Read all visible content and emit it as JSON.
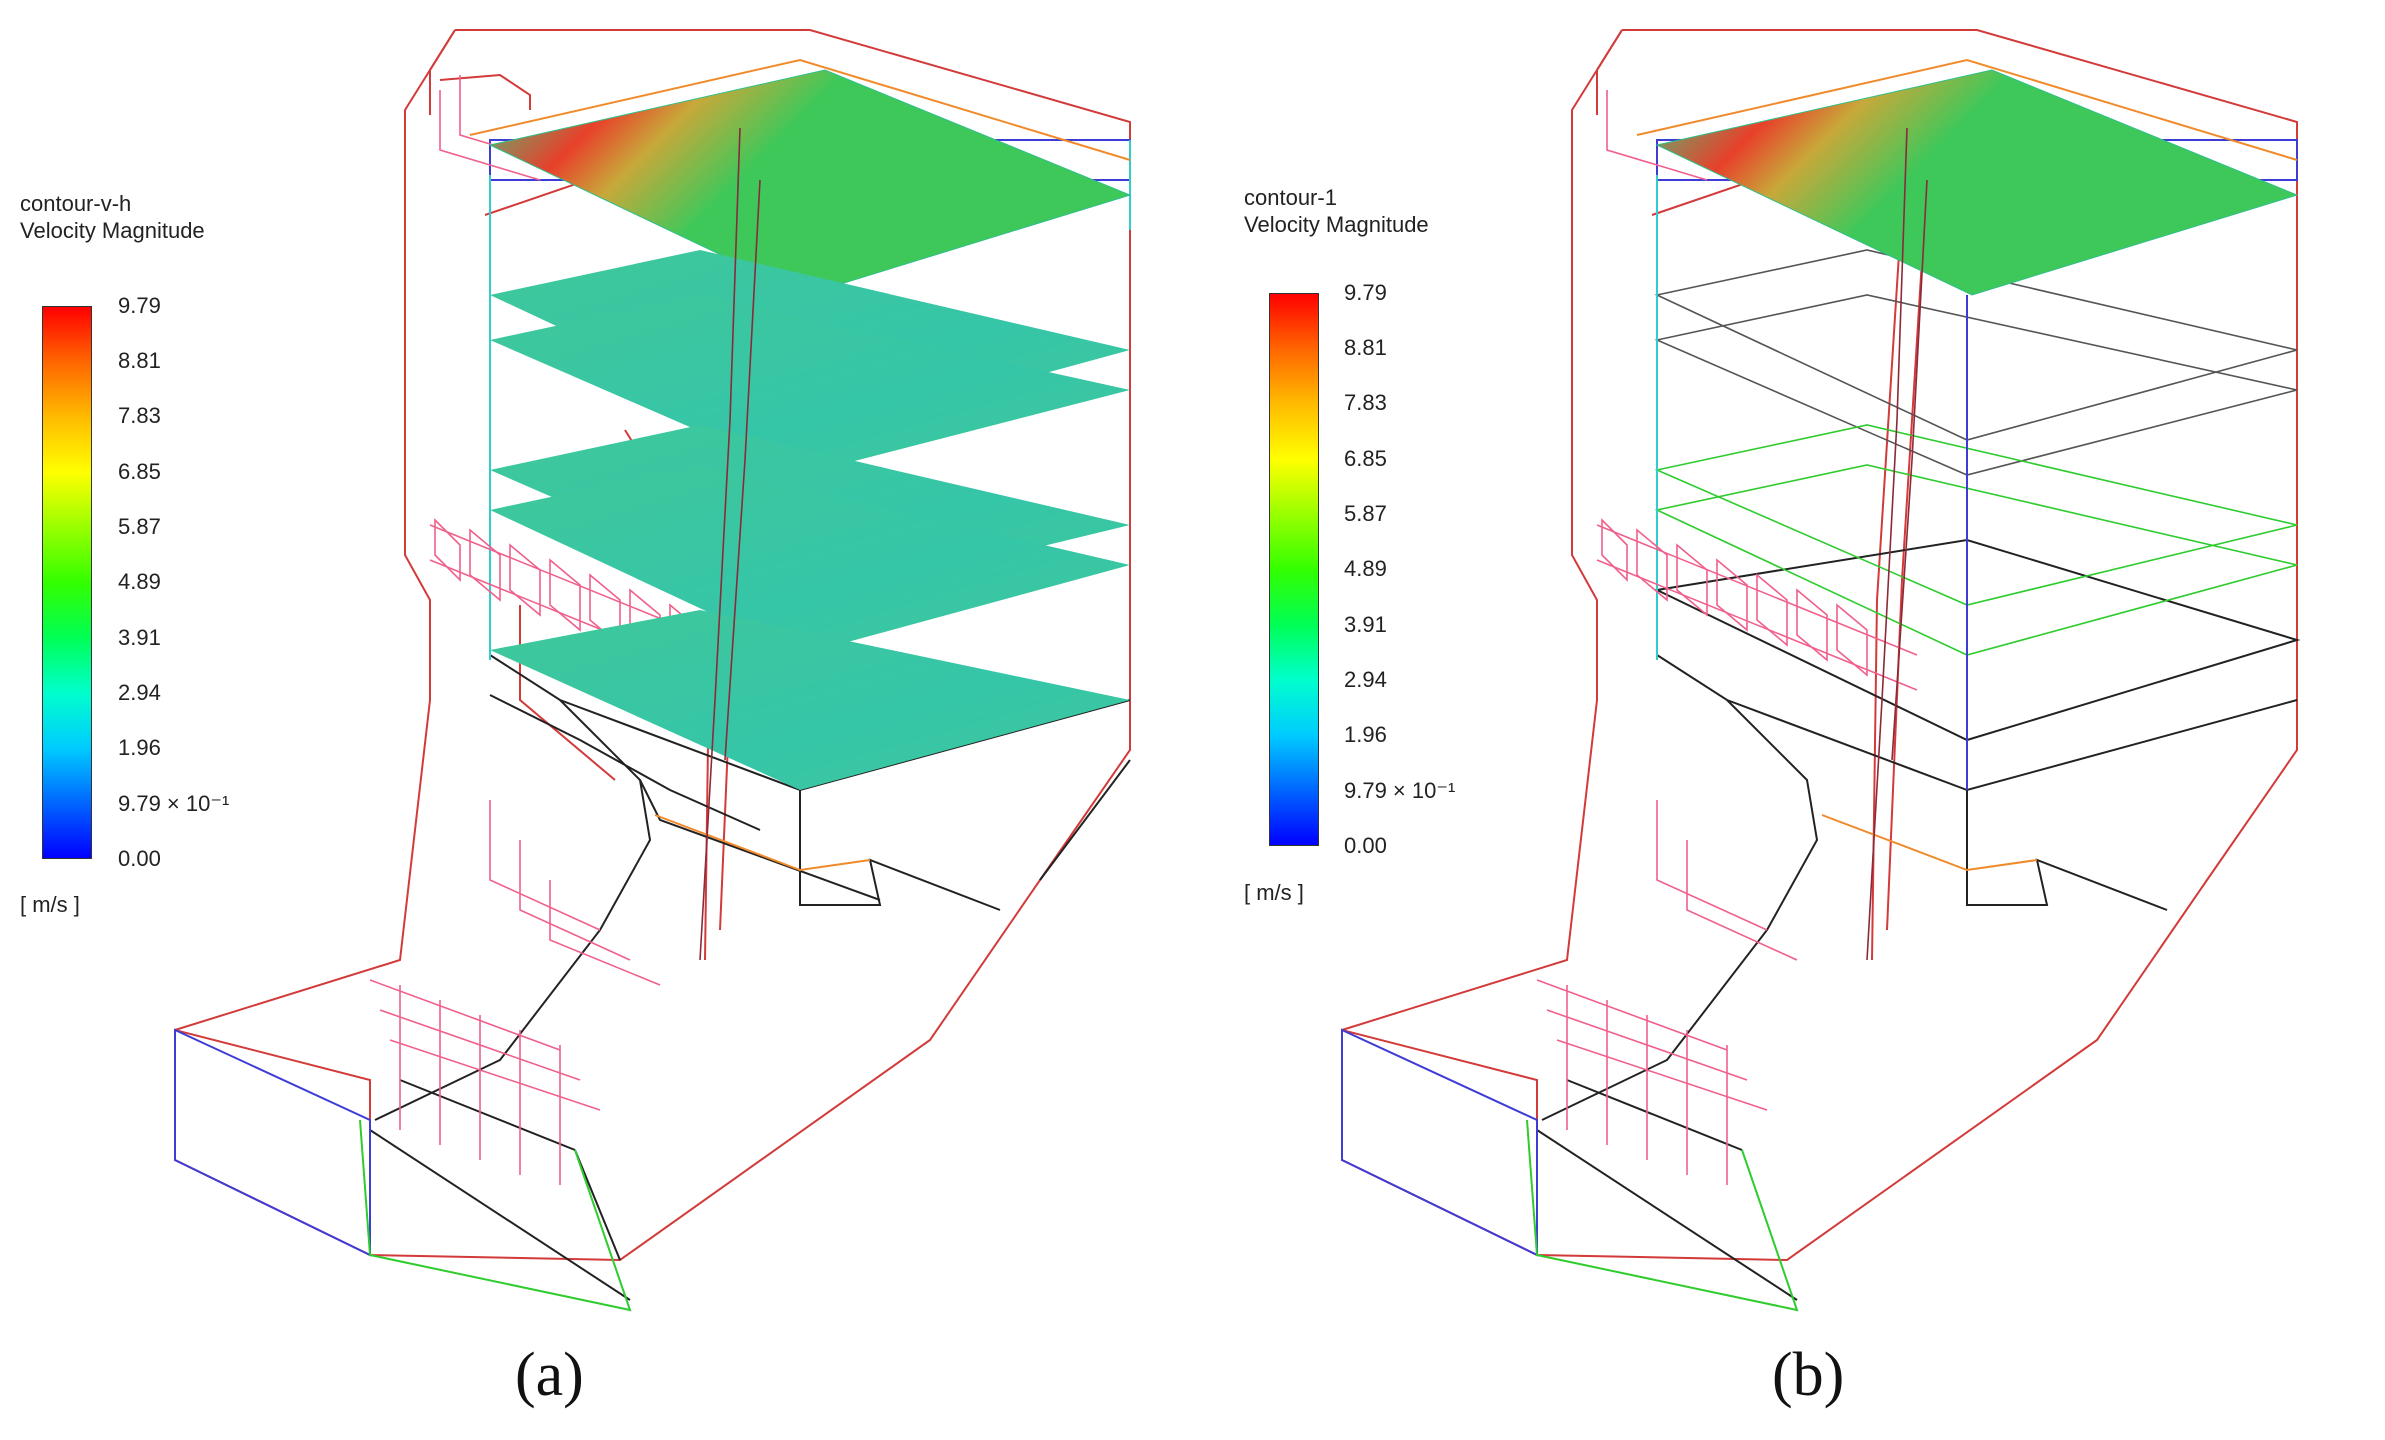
{
  "panels": [
    {
      "caption": "(a)",
      "legend": {
        "name": "contour-v-h",
        "quantity": "Velocity Magnitude",
        "units": "[ m/s ]",
        "ticks": [
          "9.79",
          "8.81",
          "7.83",
          "6.85",
          "5.87",
          "4.89",
          "3.91",
          "2.94",
          "1.96",
          "9.79 × 10⁻¹",
          "0.00"
        ]
      }
    },
    {
      "caption": "(b)",
      "legend": {
        "name": "contour-1",
        "quantity": "Velocity Magnitude",
        "units": "[ m/s ]",
        "ticks": [
          "9.79",
          "8.81",
          "7.83",
          "6.85",
          "5.87",
          "4.89",
          "3.91",
          "2.94",
          "1.96",
          "9.79 × 10⁻¹",
          "0.00"
        ]
      }
    }
  ],
  "colormap": [
    "#0000ff",
    "#0066ff",
    "#00ccff",
    "#00ffcc",
    "#00ff55",
    "#33ff00",
    "#99ff00",
    "#ffff00",
    "#ffbb00",
    "#ff6600",
    "#ff0000"
  ],
  "edge_colors": {
    "outline": "#d33a3a",
    "inlet": "#3d3dd6",
    "bottom": "#2ecc2e",
    "cyan": "#33cccc",
    "orange": "#f08a2a",
    "black": "#222222",
    "gray": "#555555",
    "burner": "#f0608a",
    "plane": "#3dc89a"
  }
}
